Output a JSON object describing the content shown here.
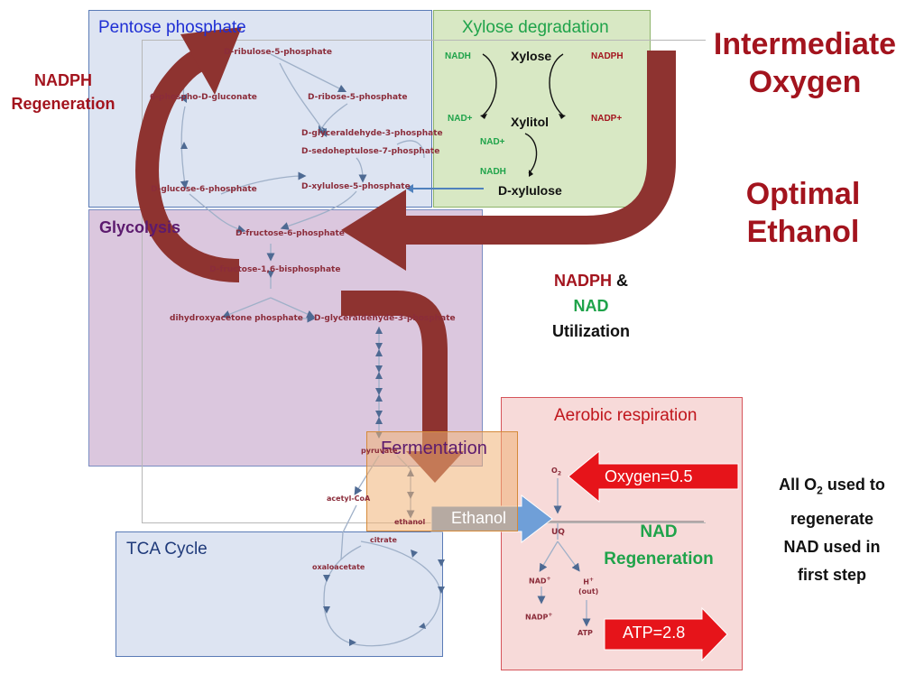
{
  "regions": {
    "pentose": "Pentose phosphate",
    "xylose": "Xylose degradation",
    "glycolysis": "Glycolysis",
    "fermentation": "Fermentation",
    "tca": "TCA Cycle",
    "aerobic": "Aerobic respiration"
  },
  "metabolites": {
    "ribulose5p": "D-ribulose-5-phosphate",
    "phosphogluconate": "6-phospho-D-gluconate",
    "ribose5p": "D-ribose-5-phosphate",
    "g3p_ppp": "D-glyceraldehyde-3-phosphate",
    "sedoheptulose7p": "D-sedoheptulose-7-phosphate",
    "glucose6p": "D-glucose-6-phosphate",
    "xylulose5p": "D-xylulose-5-phosphate",
    "fructose6p": "D-fructose-6-phosphate",
    "fructose16bp": "D-fructose-1,6-bisphosphate",
    "dhap": "dihydroxyacetone phosphate",
    "g3p_glyc": "D-glyceraldehyde-3-phosphate",
    "pyruvate": "pyruvate",
    "acetylcoa": "acetyl-CoA",
    "ethanol": "ethanol",
    "citrate": "citrate",
    "oxaloacetate": "oxaloacetate",
    "o2": "O",
    "o2_sub": "2",
    "uq": "UQ",
    "nad_plus": "NAD",
    "nadp_plus": "NADP",
    "plus": "+",
    "h_plus": "H",
    "h_out": "(out)",
    "atp": "ATP"
  },
  "xylose_pathway": {
    "nadh_left": "NADH",
    "xylose": "Xylose",
    "nadph_right": "NADPH",
    "nadplus_left": "NAD+",
    "xylitol": "Xylitol",
    "nadpplus_right": "NADP+",
    "nadplus_2": "NAD+",
    "nadh_2": "NADH",
    "dxylulose": "D-xylulose"
  },
  "annotations": {
    "nadph_regen_line1": "NADPH",
    "nadph_regen_line2": "Regeneration",
    "intermediate_oxygen_1": "Intermediate",
    "intermediate_oxygen_2": "Oxygen",
    "optimal_ethanol_1": "Optimal",
    "optimal_ethanol_2": "Ethanol",
    "util_nadph": "NADPH",
    "util_amp": " &",
    "util_nad": "NAD",
    "util_utilization": "Utilization",
    "nad_regen_1": "NAD",
    "nad_regen_2": "Regeneration",
    "all_o2_1a": "All O",
    "all_o2_sub": "2",
    "all_o2_1b": " used to",
    "all_o2_2": "regenerate",
    "all_o2_3": "NAD used in",
    "all_o2_4": "first step"
  },
  "callouts": {
    "oxygen": "Oxygen=0.5",
    "atp": "ATP=2.8",
    "ethanol": "Ethanol"
  },
  "colors": {
    "dark_red": "#a3141e",
    "green": "#1fa34a",
    "big_arrow": "#8e3330",
    "blue_text": "#1f2fd4",
    "purple_text": "#5c1a6e",
    "metabolite": "#8b2c3a"
  }
}
